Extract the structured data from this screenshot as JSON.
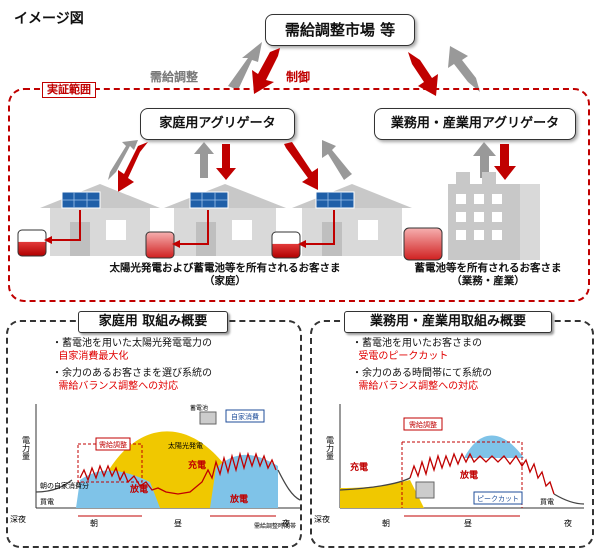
{
  "title": "イメージ図",
  "market": "需給調整市場 等",
  "demonstration_scope": "実証範囲",
  "arrow_labels": {
    "adjustment": "需給調整",
    "control": "制御"
  },
  "home_aggregator": "家庭用アグリゲータ",
  "business_aggregator": "業務用・産業用アグリゲータ",
  "home_caption": [
    "太陽光発電および蓄電池等を所有されるお客さま",
    "（家庭）"
  ],
  "business_caption": [
    "蓄電池等を所有されるお客さま",
    "（業務・産業）"
  ],
  "home_panel": {
    "title": "家庭用 取組み概要",
    "bullets": [
      {
        "text": "蓄電池を用いた太陽光発電電力の",
        "red": "自家消費最大化"
      },
      {
        "text": "余力のあるお客さまを選び系統の",
        "red": "需給バランス調整への対応"
      }
    ],
    "chart": {
      "ylabel": "電力量",
      "times": [
        "深夜",
        "朝",
        "昼",
        "夜"
      ],
      "labels": {
        "adjust": "需給調整",
        "self": "自家消費",
        "discharge": "放電",
        "charge": "充電",
        "solar": "太陽光発電",
        "morning_usage": "朝の自家消費分",
        "grid": "買電",
        "battery": "蓄電池",
        "evening_note": "需給調整時間帯"
      }
    }
  },
  "business_panel": {
    "title": "業務用・産業用取組み概要",
    "bullets": [
      {
        "text": "蓄電池を用いたお客さまの",
        "red": "受電のピークカット"
      },
      {
        "text": "余力のある時間帯にて系統の",
        "red": "需給バランス調整への対応"
      }
    ],
    "chart": {
      "ylabel": "電力量",
      "times": [
        "深夜",
        "朝",
        "昼",
        "夜"
      ],
      "labels": {
        "adjust": "需給調整",
        "charge": "充電",
        "discharge": "放電",
        "peak_cut": "ピークカット",
        "grid": "買電"
      }
    }
  },
  "colors": {
    "red": "#c00000",
    "grey_arrow": "#999999",
    "panel_blue": "#1f4e9a",
    "discharge_blue": "#7fc3e8",
    "charge_yellow": "#f0c800"
  }
}
